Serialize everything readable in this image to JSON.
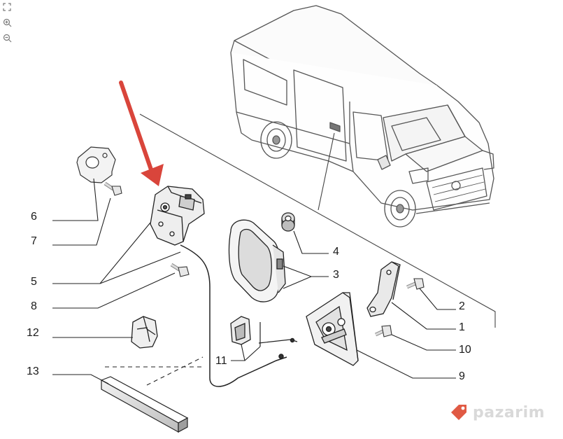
{
  "viewer": {
    "tools": [
      {
        "name": "fit-icon"
      },
      {
        "name": "zoom-in-icon"
      },
      {
        "name": "zoom-out-icon"
      }
    ]
  },
  "callouts": {
    "n1": "1",
    "n2": "2",
    "n3": "3",
    "n4": "4",
    "n5": "5",
    "n6": "6",
    "n7": "7",
    "n8": "8",
    "n9": "9",
    "n10": "10",
    "n11": "11",
    "n12": "12",
    "n13": "13"
  },
  "highlight": {
    "color": "#d9453b",
    "target": "5"
  },
  "brand": {
    "name": "pazarim",
    "accent": "#e05a44"
  }
}
